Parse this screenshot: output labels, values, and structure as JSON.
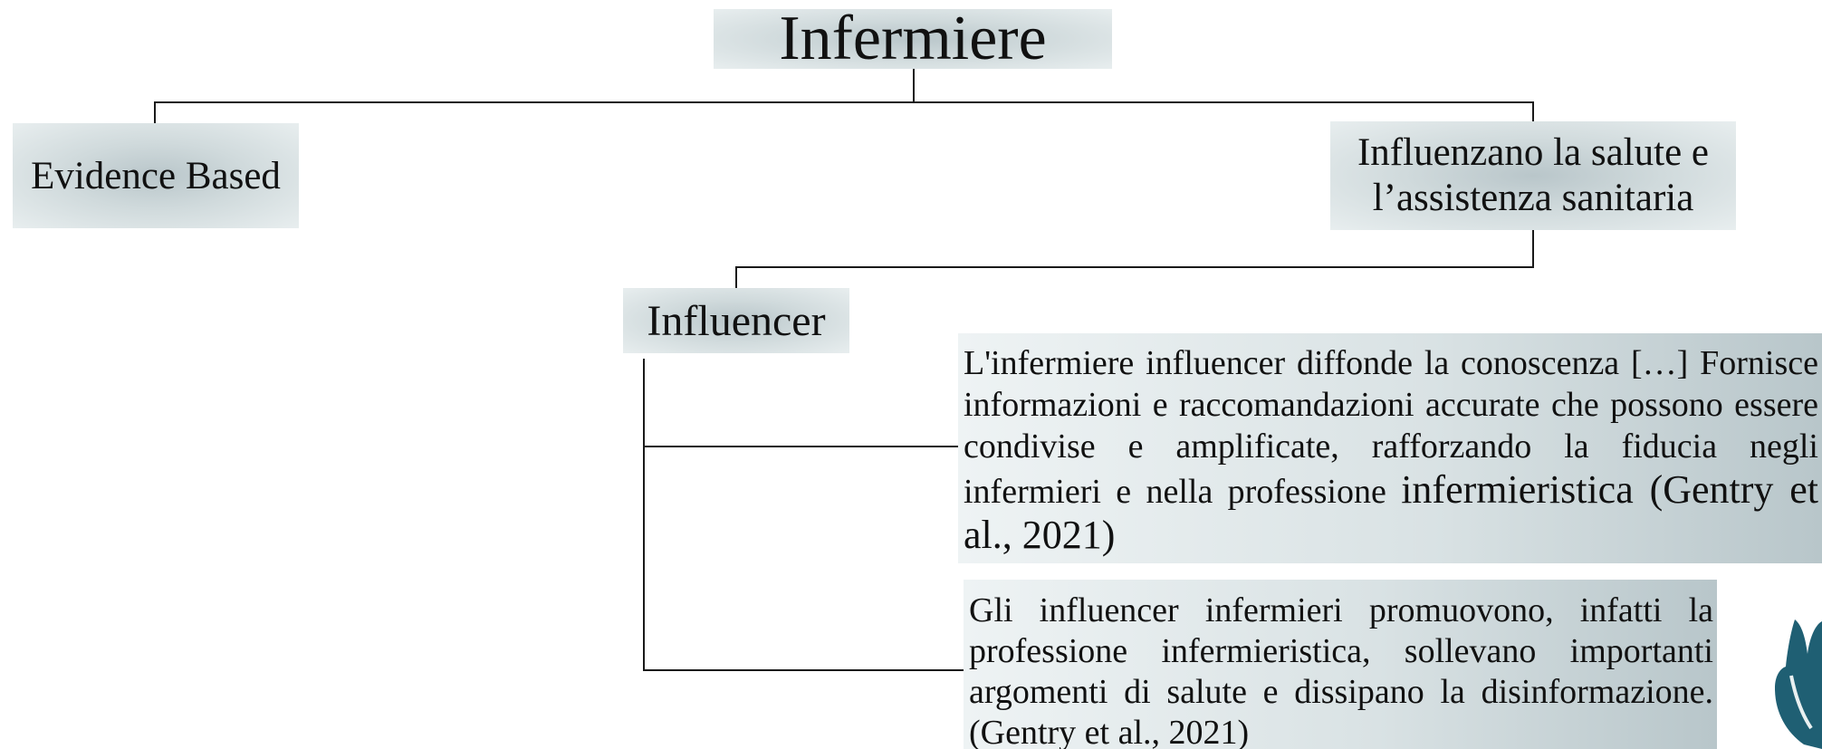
{
  "diagram": {
    "root": {
      "label": "Infermiere"
    },
    "left_child": {
      "label": "Evidence Based"
    },
    "right_child": {
      "label_line1": "Influenzano la salute e",
      "label_line2": "l’assistenza sanitaria"
    },
    "influencer": {
      "label": "Influencer"
    },
    "descriptions": [
      {
        "text": "L'infermiere influencer diffonde la conoscenza […] Fornisce informazioni e raccomandazioni accurate che possono essere condivise e amplificate, rafforzando la fiducia negli infermieri e nella professione",
        "citation": "infermieristica (Gentry et al., 2021)"
      },
      {
        "text": "Gli influencer infermieri promuovono, infatti la professione infermieristica, sollevano importanti argomenti di salute e dissipano la disinformazione. (Gentry et al., 2021)"
      }
    ]
  },
  "colors": {
    "node_fill": "#c4d0d3",
    "connector": "#1a1a1a",
    "logo": "#1f5f73"
  },
  "icons": {
    "logo": "hand-logo-icon"
  }
}
